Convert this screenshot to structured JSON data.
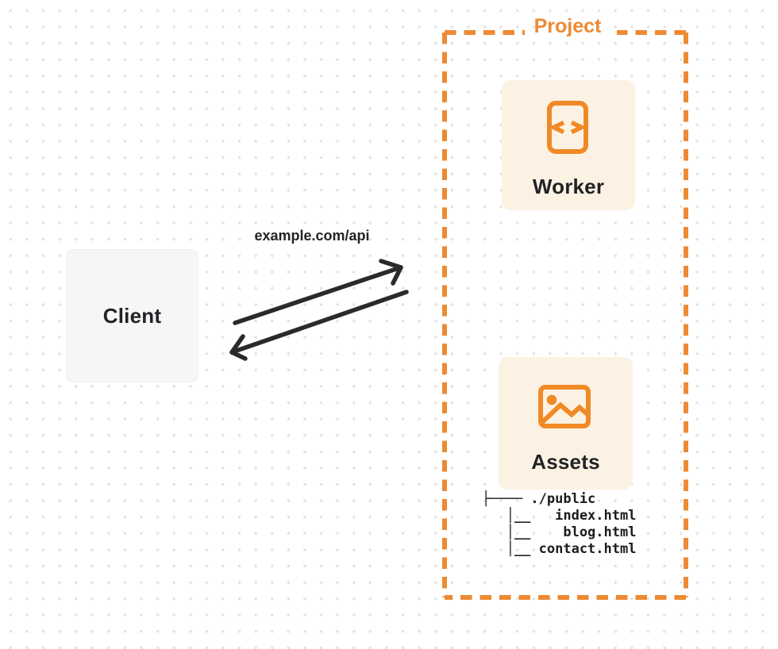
{
  "diagram": {
    "title": "Client to Project request flow diagram"
  },
  "client": {
    "label": "Client"
  },
  "request": {
    "url_label": "example.com/api"
  },
  "project": {
    "label": "Project",
    "worker": {
      "label": "Worker",
      "icon": "code-file-icon"
    },
    "assets": {
      "label": "Assets",
      "icon": "image-icon",
      "tree": {
        "root": "./public",
        "files": [
          "index.html",
          "blog.html",
          "contact.html"
        ],
        "lines": {
          "0": "├──── ./public",
          "1": "   │__   index.html",
          "2": "   │__    blog.html",
          "3": "   │__ contact.html"
        }
      }
    }
  },
  "colors": {
    "accent_orange": "#ED8A33",
    "icon_orange": "#F08A26",
    "node_background": "#FCF2E4",
    "client_background": "#F6F6F7",
    "arrow_black": "#2A2A2A",
    "label_text": "#222326",
    "dot_grid": "#E3E3E3"
  }
}
